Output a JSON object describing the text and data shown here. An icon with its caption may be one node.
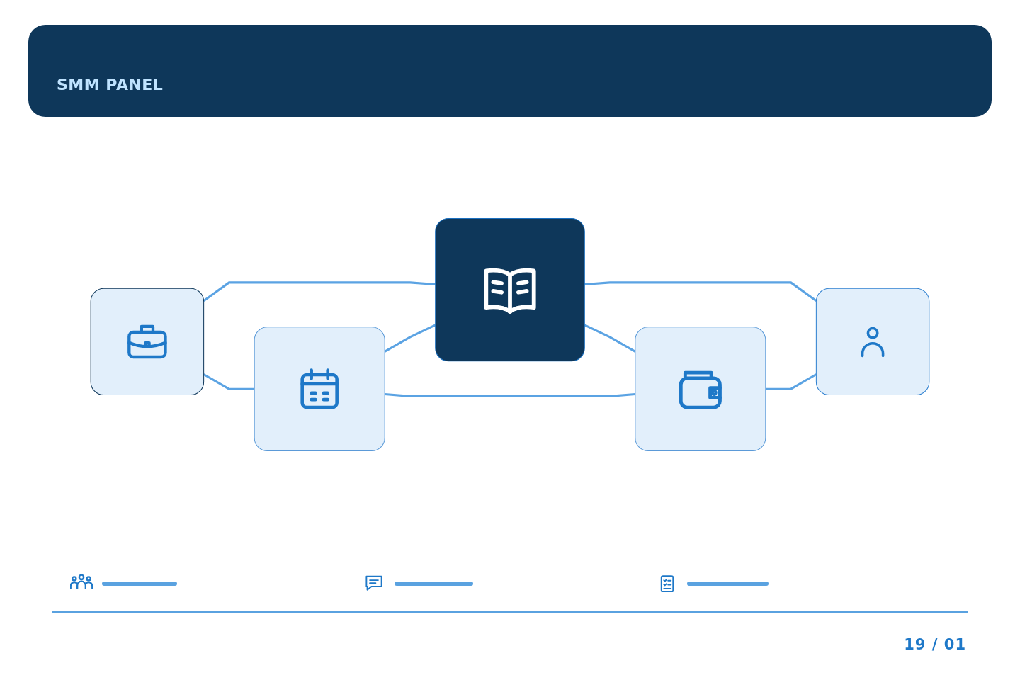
{
  "diagram": {
    "title": "SMM PANEL",
    "nodes": [
      {
        "text": [],
        "shape": "box"
      },
      {
        "text": [],
        "shape": "box"
      },
      {
        "text": [],
        "shape": "box"
      },
      {
        "text": [],
        "shape": "box"
      },
      {
        "text": [],
        "shape": "box"
      }
    ],
    "edges": [
      {
        "from": 0,
        "to": 1,
        "arrow": "none"
      },
      {
        "from": 1,
        "to": 2,
        "arrow": "none"
      },
      {
        "from": 0,
        "to": 3,
        "arrow": "none"
      },
      {
        "from": 3,
        "to": 1,
        "arrow": "none"
      },
      {
        "from": 1,
        "to": 4,
        "arrow": "none"
      },
      {
        "from": 4,
        "to": 2,
        "arrow": "none"
      },
      {
        "from": 3,
        "to": 4,
        "arrow": "none"
      }
    ],
    "labels": [
      "19 / 01"
    ]
  }
}
